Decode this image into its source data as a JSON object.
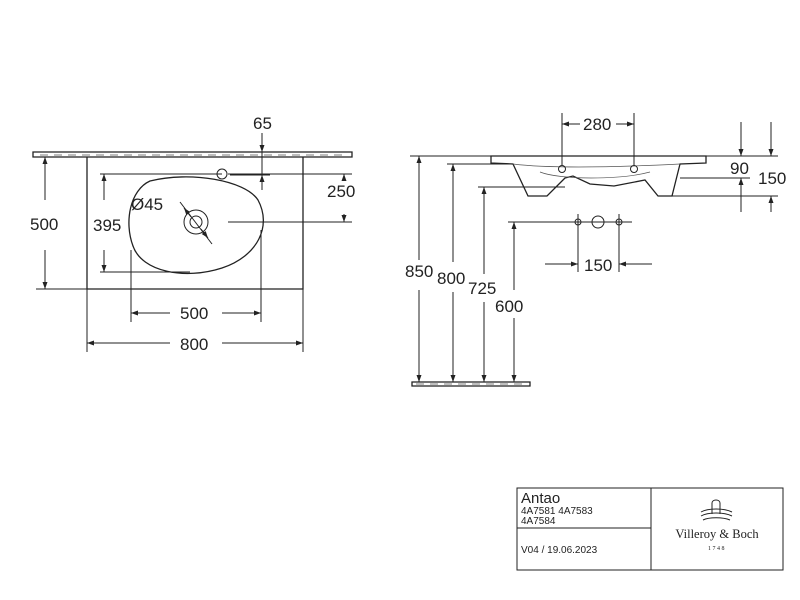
{
  "top_view": {
    "dim_65": "65",
    "dim_250": "250",
    "dim_500_height": "500",
    "dim_395": "395",
    "dim_diameter_45": "Ø45",
    "dim_500_width": "500",
    "dim_800": "800"
  },
  "side_view": {
    "dim_280": "280",
    "dim_90": "90",
    "dim_150_right": "150",
    "dim_150_bottom": "150",
    "dim_850": "850",
    "dim_800": "800",
    "dim_725": "725",
    "dim_600": "600"
  },
  "title_block": {
    "product_name": "Antao",
    "article_numbers_line1": "4A7581 4A7583",
    "article_numbers_line2": "4A7584",
    "version_date": "V04 / 19.06.2023",
    "brand": "Villeroy & Boch",
    "brand_year": "1748"
  }
}
